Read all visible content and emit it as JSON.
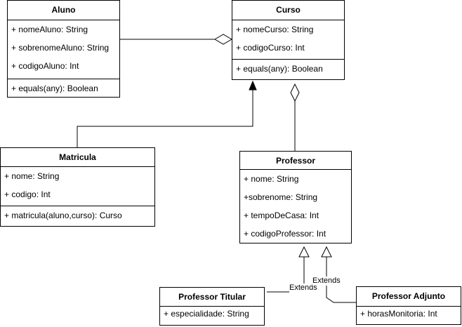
{
  "classes": {
    "aluno": {
      "name": "Aluno",
      "attributes": [
        "+ nomeAluno: String",
        "+ sobrenomeAluno: String",
        "+ codigoAluno: Int"
      ],
      "operations": [
        "+ equals(any): Boolean"
      ]
    },
    "curso": {
      "name": "Curso",
      "attributes": [
        "+ nomeCurso: String",
        "+ codigoCurso: Int"
      ],
      "operations": [
        "+ equals(any): Boolean"
      ]
    },
    "matricula": {
      "name": "Matricula",
      "attributes": [
        "+ nome: String",
        "+ codigo: Int"
      ],
      "operations": [
        "+ matricula(aluno,curso): Curso"
      ]
    },
    "professor": {
      "name": "Professor",
      "attributes": [
        "+ nome: String",
        "+sobrenome: String",
        "+ tempoDeCasa: Int",
        "+ codigoProfessor: Int"
      ],
      "operations": []
    },
    "professor_titular": {
      "name": "Professor Titular",
      "attributes": [
        "+ especialidade: String"
      ],
      "operations": []
    },
    "professor_adjunto": {
      "name": "Professor Adjunto",
      "attributes": [
        "+ horasMonitoria: Int"
      ],
      "operations": []
    }
  },
  "relations": {
    "titular_extends": "Extends",
    "adjunto_extends": "Extends"
  }
}
